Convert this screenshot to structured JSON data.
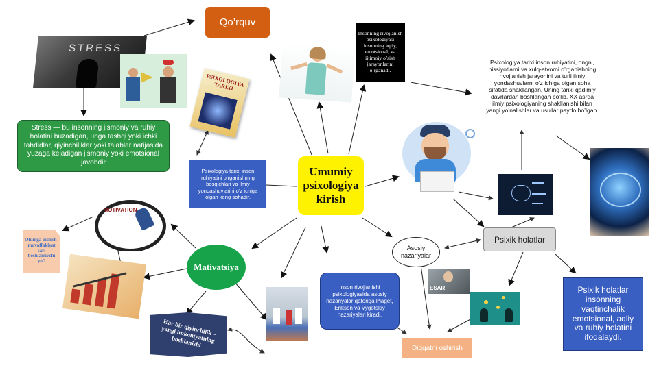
{
  "center": {
    "title": "Umumiy psixologiya kirish"
  },
  "nodes": {
    "fear": "Qo’rquv",
    "stress_def": "Stress — bu insonning jismoniy va ruhiy holatini buzadigan, unga tashqi yoki ichki tahdidlar, qiyinchiliklar yoki talablar natijasida yuzaga keladigan jismoniy yoki emotsional javobdir",
    "development_psych": "Insonning rivojlanish psixologiyasi insonning aqliy, emotsional, va ijtimoiy o’sish jarayonlarini o’rganadi.",
    "history_long": "Psixologiya tarixi inson ruhiyatini, ongni, hissiyotlarni va xulq-atvorni o’rganishning rivojlanish jarayonini va turli ilmiy yondashuvlarni o’z ichiga olgan soha sifatida shakllangan. Uning tarixi qadimiy davrlardan boshlangan bo’lib, XX asrda ilmiy psixologiyaning shakllanishi bilan yangi yo’nalishlar va usullar paydo bo’lgan.",
    "history_short": "Psixologiya tarixi inson ruhiyatini o’rganishning bosqichlari va ilmiy yondashuvlarini o’z ichiga olgan keng sohadir.",
    "motivation": "Mativatsiya",
    "motivation_note": "Oldinga intilish-muvaffakiyat sari boshlanuvchi yo’l",
    "motivation_banner": "Har bir qiyinchilik – yangi imkoniyatning boshlanishi",
    "theories": "Asosiy nazariyalar",
    "theories_desc": "Inson rivojlanishi psixologiyasida asosiy nazariyalar qatoriga Piaget, Erikson va Vygotskiy nazariyalari kiradi.",
    "attention": "Diqqatni oshirish",
    "states": "Psixik holatlar",
    "states_desc": "Psixik holatlar insonning vaqtinchalik emotsional, aqliy va ruhiy holatini ifodalaydi."
  },
  "image_text": {
    "stress_photo": "STRESS",
    "book_title": "PSIXOLOGIYA TARIXI",
    "motivation_word": "MOTIVATION",
    "video_label": "ESAR"
  },
  "colors": {
    "fear_bg": "#D35F12",
    "center_bg": "#FFF200",
    "stress_bg": "#2F9A45",
    "blue_box": "#3A5FC2",
    "motivation_bg": "#17A34A",
    "states_bg": "#D9D9D9",
    "attention_bg": "#F4B183",
    "note_bg": "#F8CBAD",
    "banner_bg": "#2F3F6E"
  }
}
